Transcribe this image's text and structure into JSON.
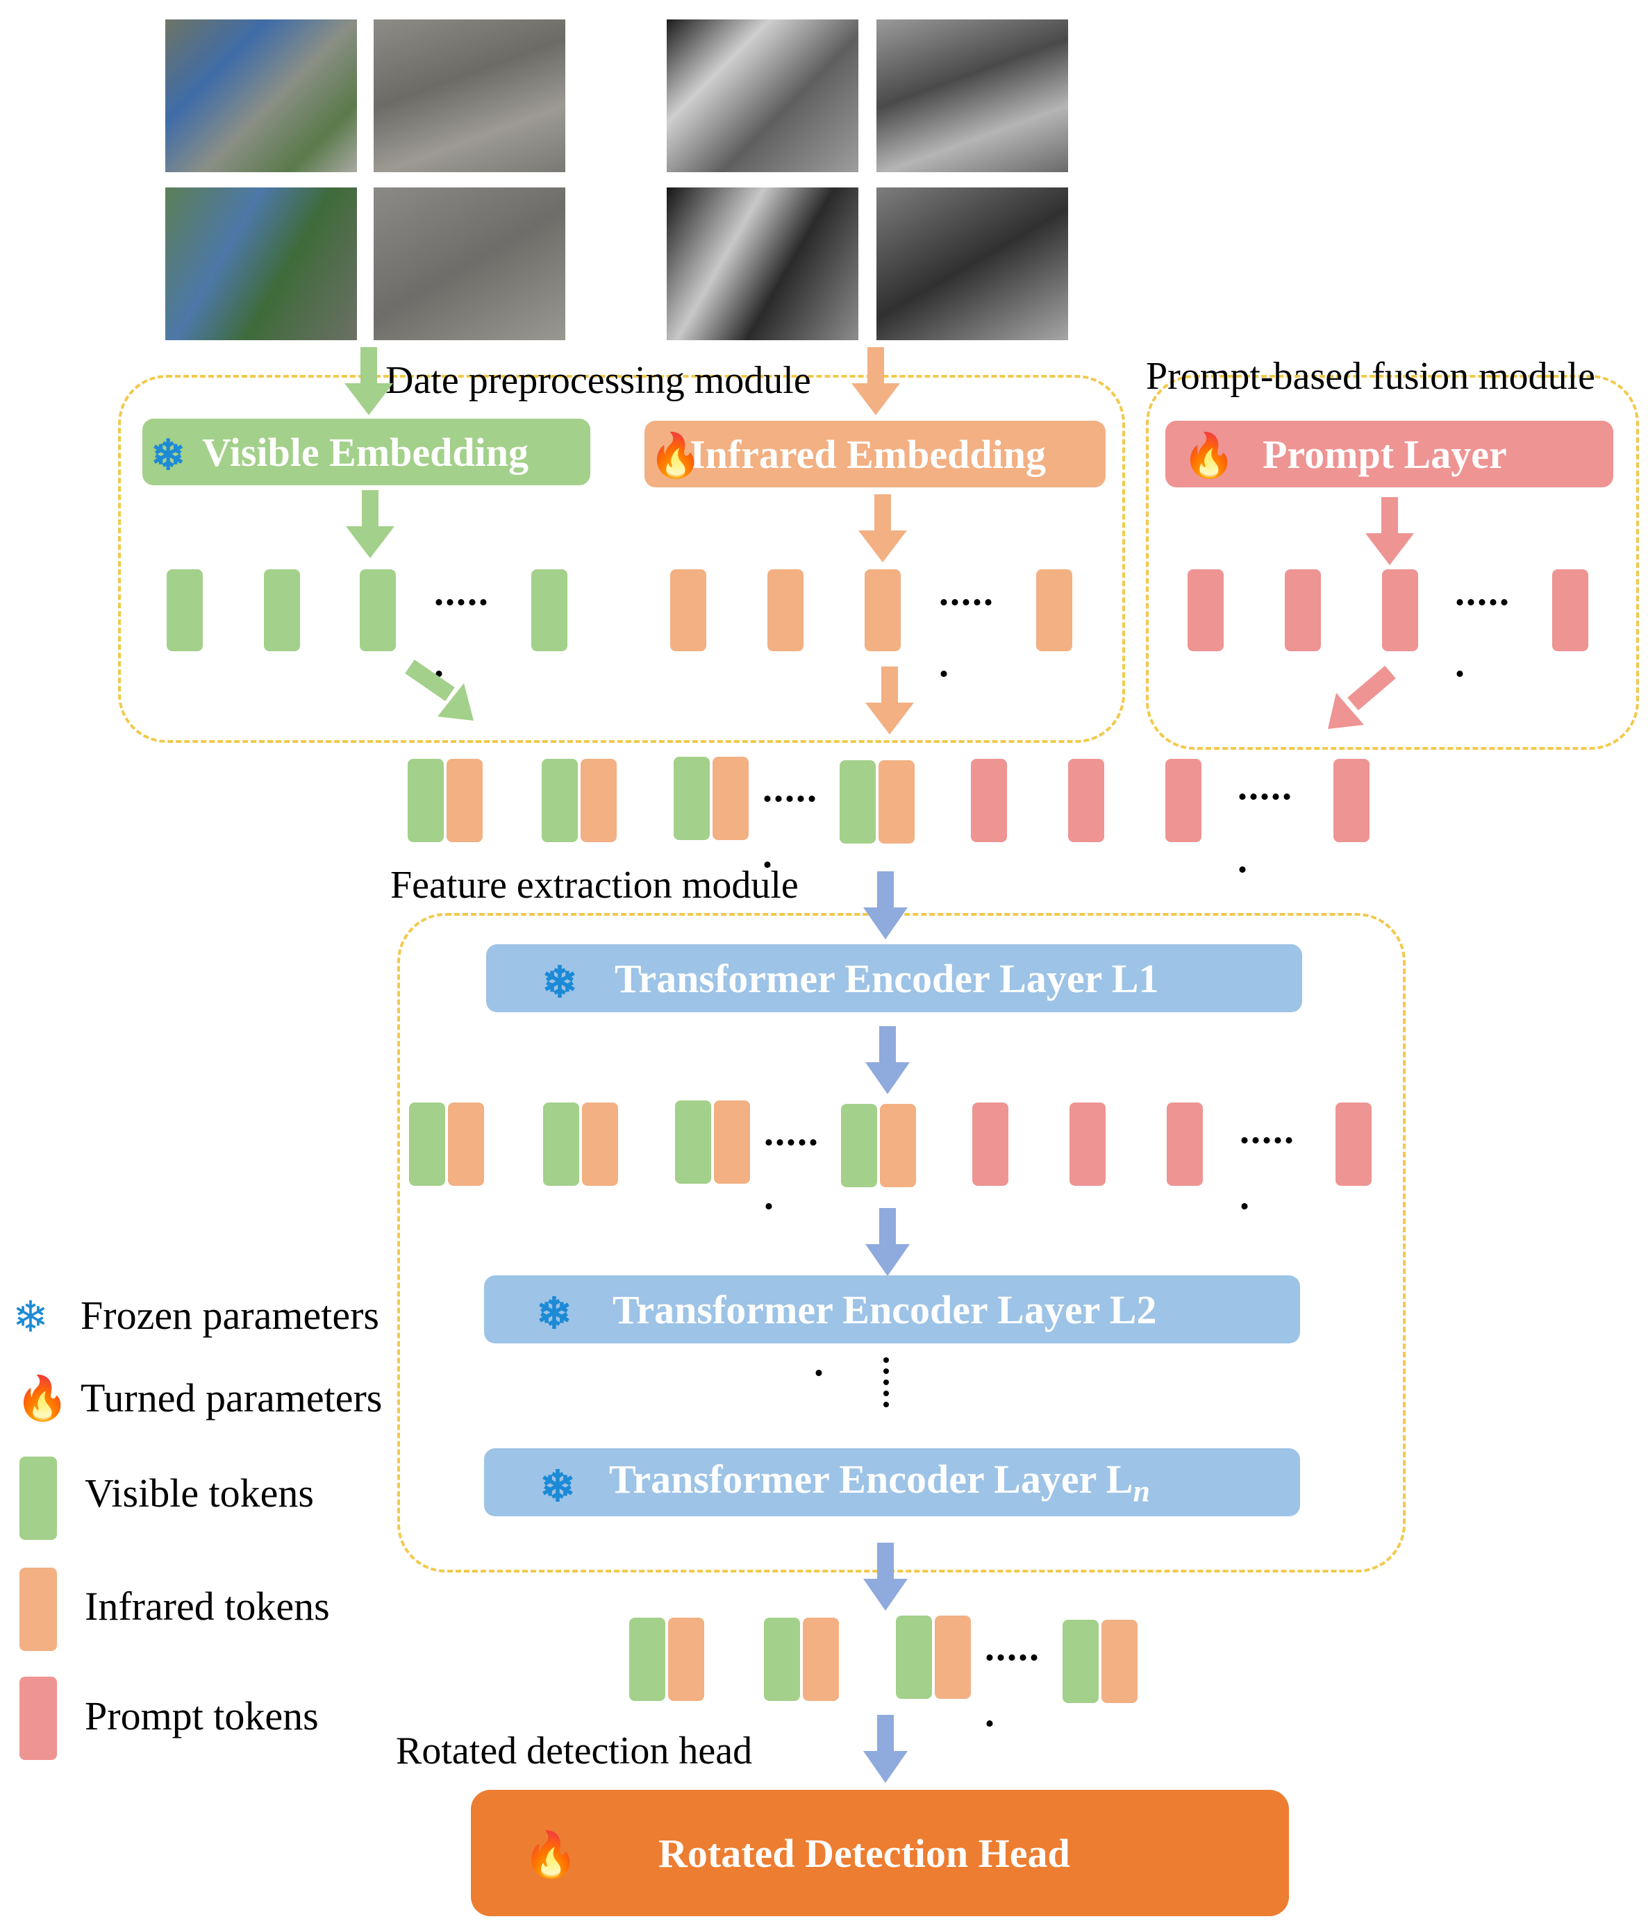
{
  "diagram": {
    "modules": {
      "preprocessing": "Date preprocessing module",
      "fusion": "Prompt-based fusion module",
      "feature": "Feature extraction module",
      "head": "Rotated detection head"
    },
    "boxes": {
      "visible_embedding": "Visible Embedding",
      "infrared_embedding": "Infrared Embedding",
      "prompt_layer": "Prompt Layer",
      "encoder_l1": "Transformer Encoder Layer L1",
      "encoder_l2": "Transformer Encoder Layer L2",
      "encoder_ln": "Transformer Encoder Layer L",
      "encoder_ln_subscript": "n",
      "detection_head": "Rotated  Detection Head"
    },
    "legend": {
      "frozen": "Frozen parameters",
      "tuned": "Turned parameters",
      "visible": "Visible tokens",
      "infrared": "Infrared tokens",
      "prompt": "Prompt tokens"
    },
    "icons": {
      "frozen": "snowflake-icon",
      "tuned": "flame-icon"
    },
    "colors": {
      "visible": "#a3d08a",
      "infrared": "#f2b083",
      "prompt": "#ee9493",
      "encoder": "#9dc3e6",
      "head": "#ed7d31",
      "region_border": "#f2c94c",
      "down_arrow": "#8faadc"
    }
  }
}
